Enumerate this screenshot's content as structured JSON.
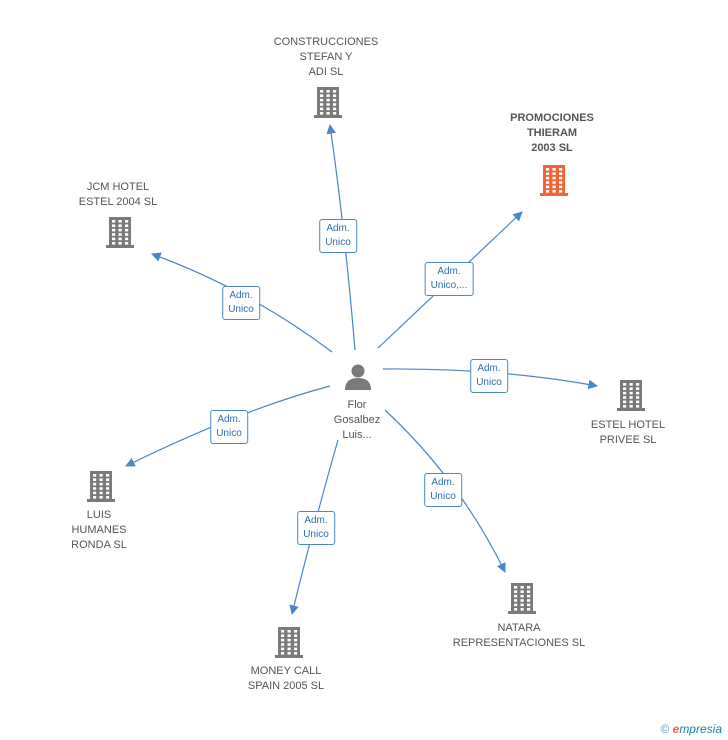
{
  "center": {
    "label": "Flor\nGosalbez\nLuis..."
  },
  "companies": [
    {
      "id": "construcciones",
      "label": "CONSTRUCCIONES\nSTEFAN Y\nADI SL",
      "highlight": false
    },
    {
      "id": "promociones",
      "label": "PROMOCIONES\nTHIERAM\n2003 SL",
      "highlight": true
    },
    {
      "id": "jcm",
      "label": "JCM HOTEL\nESTEL 2004 SL",
      "highlight": false
    },
    {
      "id": "estel-privee",
      "label": "ESTEL HOTEL\nPRIVEE SL",
      "highlight": false
    },
    {
      "id": "luis",
      "label": "LUIS\nHUMANES\nRONDA SL",
      "highlight": false
    },
    {
      "id": "natara",
      "label": "NATARA\nREPRESENTACIONES SL",
      "highlight": false
    },
    {
      "id": "money-call",
      "label": "MONEY CALL\nSPAIN 2005 SL",
      "highlight": false
    }
  ],
  "edges": [
    {
      "to": "construcciones",
      "label": "Adm.\nUnico"
    },
    {
      "to": "promociones",
      "label": "Adm.\nUnico,..."
    },
    {
      "to": "jcm",
      "label": "Adm.\nUnico"
    },
    {
      "to": "estel-privee",
      "label": "Adm.\nUnico"
    },
    {
      "to": "luis",
      "label": "Adm.\nUnico"
    },
    {
      "to": "natara",
      "label": "Adm.\nUnico"
    },
    {
      "to": "money-call",
      "label": "Adm.\nUnico"
    }
  ],
  "colors": {
    "edge": "#4a86c8",
    "building": "#7a7a7a",
    "building_highlight": "#f0643a",
    "person": "#7a7a7a"
  },
  "footer": {
    "copyright": "©",
    "brand_e": "e",
    "brand_rest": "mpresia"
  }
}
